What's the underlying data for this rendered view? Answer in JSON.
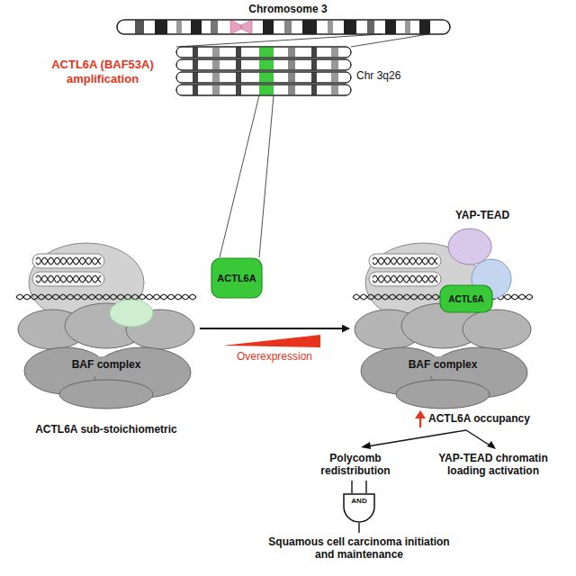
{
  "diagram": {
    "nodes": [
      {
        "text": [
          "BAF complex"
        ]
      },
      {
        "text": [
          "ACTL6A"
        ]
      },
      {
        "text": [
          "BAF complex"
        ]
      },
      {
        "text": [
          "ACTL6A"
        ],
        "in": 2
      },
      {
        "text": [
          "AND"
        ]
      }
    ],
    "edges": [
      {
        "from": 0,
        "to": 2,
        "arrow": "to"
      }
    ],
    "labels": [
      "Chromosome 3",
      "ACTL6A (BAF53A) amplification",
      "Chr 3q26",
      "Overexpression",
      "ACTL6A sub-stoichiometric",
      "YAP-TEAD",
      "ACTL6A occupancy",
      "Polycomb redistribution",
      "YAP-TEAD chromatin loading activation",
      "Squamous cell carcinoma initiation and maintenance"
    ]
  }
}
